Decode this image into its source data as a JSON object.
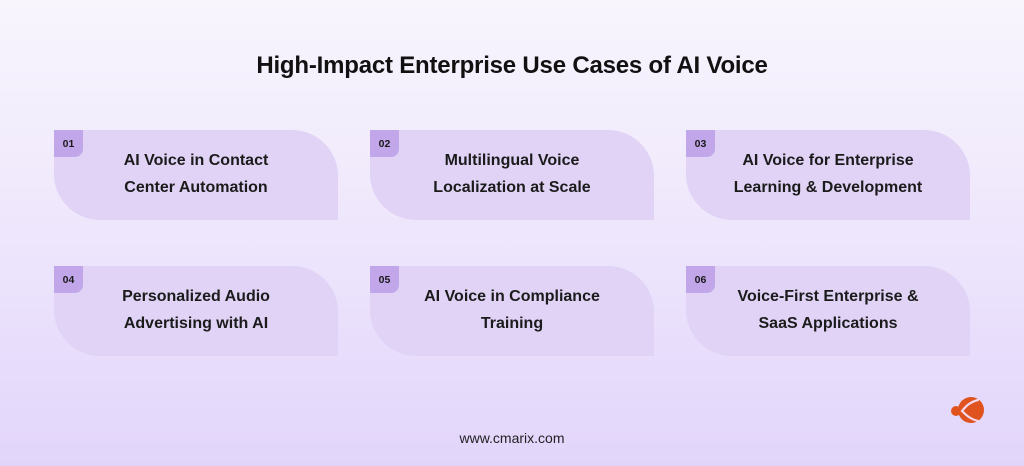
{
  "title": "High-Impact Enterprise Use Cases of AI Voice",
  "cards": [
    {
      "number": "01",
      "line1": "AI Voice in Contact",
      "line2": "Center Automation"
    },
    {
      "number": "02",
      "line1": "Multilingual Voice",
      "line2": "Localization at Scale"
    },
    {
      "number": "03",
      "line1": "AI Voice for Enterprise",
      "line2": "Learning & Development"
    },
    {
      "number": "04",
      "line1": "Personalized Audio",
      "line2": "Advertising with AI"
    },
    {
      "number": "05",
      "line1": "AI Voice in Compliance",
      "line2": "Training"
    },
    {
      "number": "06",
      "line1": "Voice-First Enterprise &",
      "line2": "SaaS Applications"
    }
  ],
  "footer": {
    "url": "www.cmarix.com"
  },
  "logo": {
    "icon": "cmarix-logo-icon",
    "color": "#e0531f"
  },
  "colors": {
    "card": "#e0d3f6",
    "badge": "#c1a6ea"
  }
}
